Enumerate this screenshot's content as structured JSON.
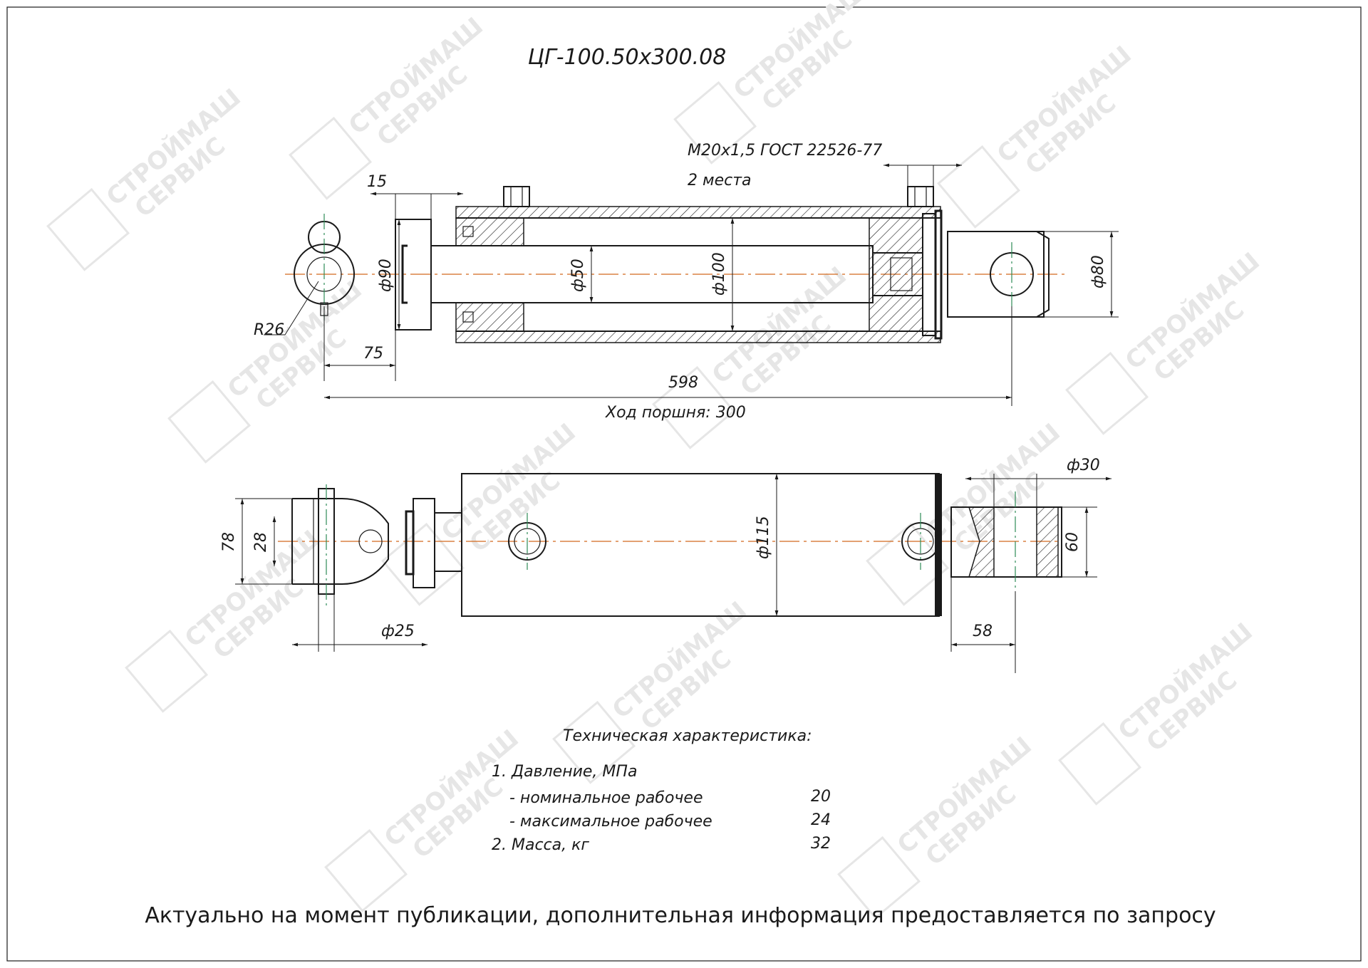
{
  "title": "ЦГ-100.50х300.08",
  "watermark": {
    "line1": "СТРОЙМАШ",
    "line2": "СЕРВИС"
  },
  "top_view": {
    "thread_note": "M20x1,5 ГОСТ 22526-77",
    "places_note": "2 места",
    "dim_flange": "15",
    "dim_bore_flange": "ф90",
    "dim_rod": "ф50",
    "dim_bore": "ф100",
    "dim_eye": "ф80",
    "dim_radius": "R26",
    "dim_eye_offset": "75",
    "dim_total_length": "598",
    "stroke_note": "Ход поршня: 300"
  },
  "bottom_view": {
    "dim_pin": "ф30",
    "dim_width": "78",
    "dim_clevis_gap": "28",
    "dim_body": "ф115",
    "dim_eye_width": "60",
    "dim_clevis_pin": "ф25",
    "dim_eye_length": "58"
  },
  "specs": {
    "heading": "Техническая характеристика:",
    "rows": [
      {
        "label": "1. Давление, МПа",
        "value": ""
      },
      {
        "label": "- номинальное рабочее",
        "value": "20"
      },
      {
        "label": "- максимальное рабочее",
        "value": "24"
      },
      {
        "label": "2. Масса, кг",
        "value": "32"
      }
    ]
  },
  "footer": "Актуально на момент публикации, дополнительная информация предоставляется по запросу",
  "colors": {
    "ink": "#1a1a1a",
    "axis": "#d2691e",
    "axis_alt": "#2e8b57",
    "watermark": "#e6e6e6"
  }
}
